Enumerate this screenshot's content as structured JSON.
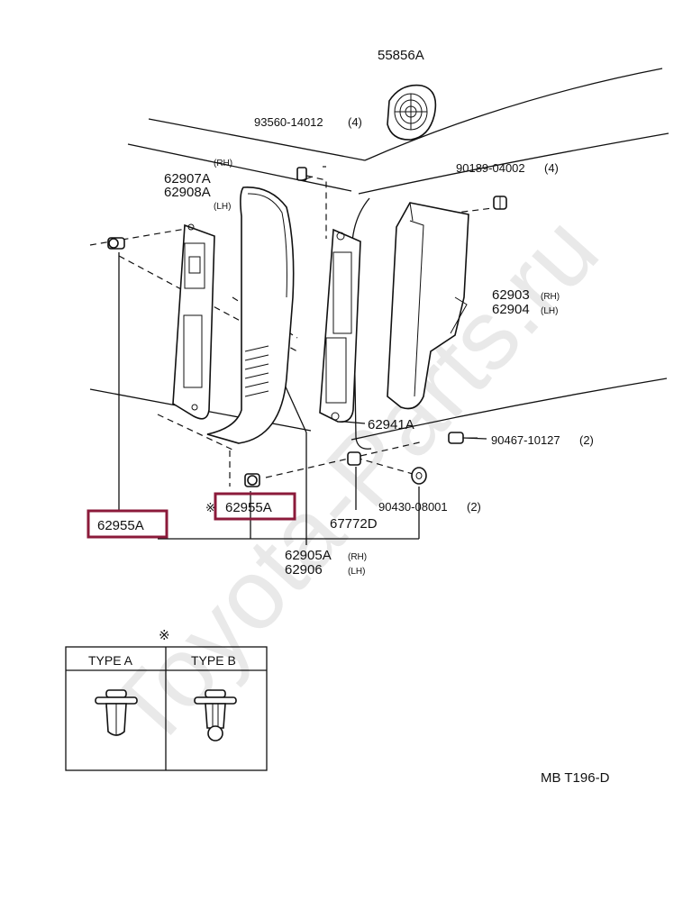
{
  "watermark": "Toyota-Parts.ru",
  "labels": {
    "p55856a": "55856A",
    "p93560": "93560-14012",
    "p93560_qty": "(4)",
    "p90189": "90189-04002",
    "p90189_qty": "(4)",
    "rh_a": "(RH)",
    "p62907a": "62907A",
    "p62908a": "62908A",
    "lh_a": "(LH)",
    "p62903": "62903",
    "rh_b": "(RH)",
    "p62904": "62904",
    "lh_b": "(LH)",
    "p62941a": "62941A",
    "p90467": "90467-10127",
    "p90467_qty": "(2)",
    "p90430": "90430-08001",
    "p90430_qty": "(2)",
    "p67772d": "67772D",
    "p62955a_left": "62955A",
    "note_mark": "※",
    "p62955a_center": "62955A",
    "p62905a": "62905A",
    "rh_c": "(RH)",
    "p62906": "62906",
    "lh_c": "(LH)"
  },
  "type_table": {
    "mark": "※",
    "type_a": "TYPE A",
    "type_b": "TYPE B"
  },
  "figure_code": "MB T196-D",
  "colors": {
    "highlight": "#8b1a3a",
    "line": "#111111",
    "watermark": "#e9e9e9"
  }
}
